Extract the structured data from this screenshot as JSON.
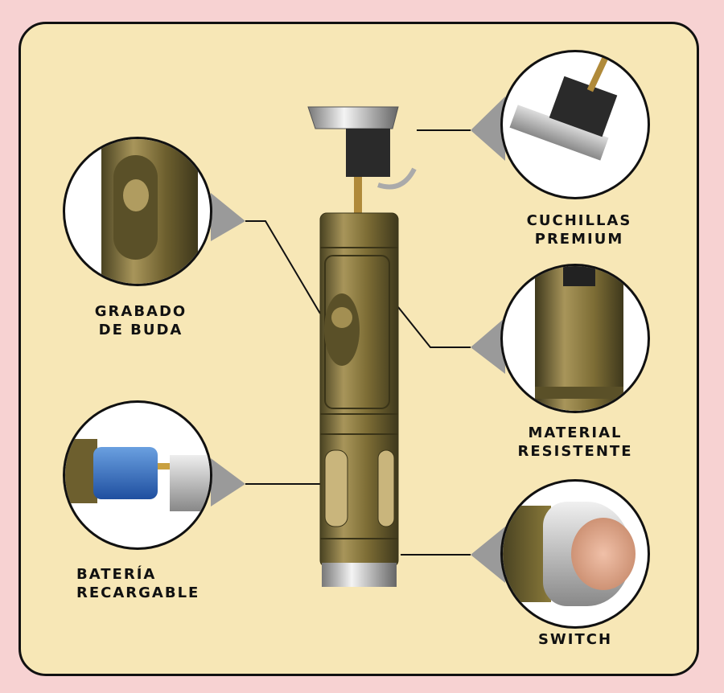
{
  "features": [
    {
      "id": "engraving",
      "label_lines": [
        "GRABADO",
        "DE BUDA"
      ]
    },
    {
      "id": "battery",
      "label_lines": [
        "BATERÍA",
        "RECARGABLE"
      ]
    },
    {
      "id": "blades",
      "label_lines": [
        "CUCHILLAS",
        "PREMIUM"
      ]
    },
    {
      "id": "material",
      "label_lines": [
        "MATERIAL",
        "RESISTENTE"
      ]
    },
    {
      "id": "switch",
      "label_lines": [
        "SWITCH"
      ]
    }
  ],
  "colors": {
    "background": "#f7d2d2",
    "card": "#f7e7b6",
    "bronze": "#8a7a3a",
    "border": "#111111"
  }
}
